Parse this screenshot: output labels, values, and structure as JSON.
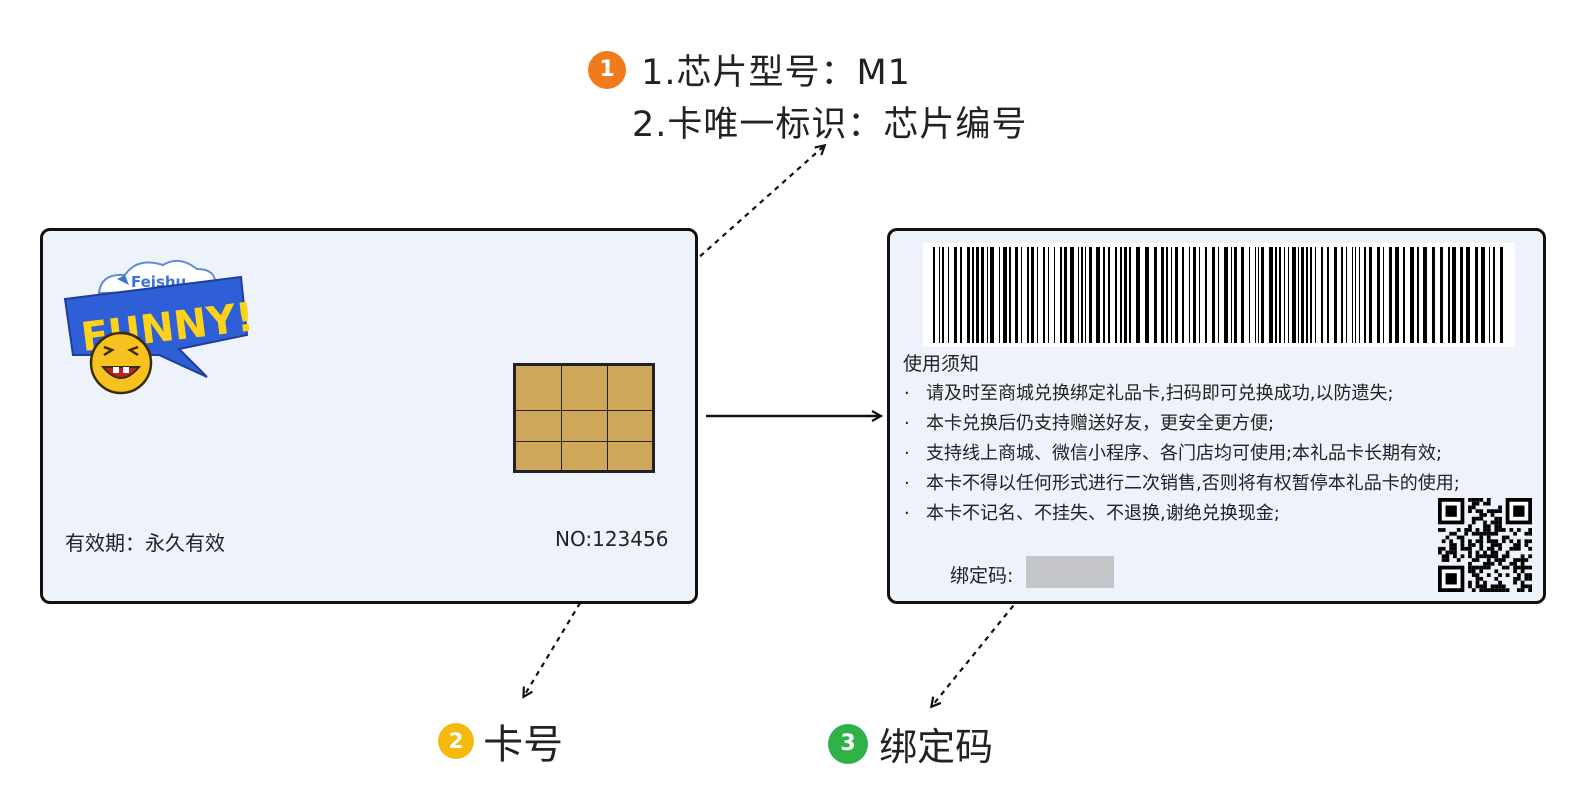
{
  "callouts": {
    "chip": {
      "badge": "1",
      "line1": "1.芯片型号：M1",
      "line2": "2.卡唯一标识：芯片编号",
      "color": "#f07b1c"
    },
    "card_no": {
      "badge": "2",
      "label": "卡号",
      "color": "#f5b90f"
    },
    "bind_code": {
      "badge": "3",
      "label": "绑定码",
      "color": "#2fb24a"
    }
  },
  "front": {
    "logo_brand": "Feishu",
    "logo_word": "FUNNY!",
    "validity": "有效期：永久有效",
    "number": "NO:123456",
    "background": "#eef2fb"
  },
  "back": {
    "notes_title": "使用须知",
    "notes": [
      "请及时至商城兑换绑定礼品卡,扫码即可兑换成功,以防遗失;",
      "本卡兑换后仍支持赠送好友，更安全更方便;",
      "支持线上商城、微信小程序、各门店均可使用;本礼品卡长期有效;",
      "本卡不得以任何形式进行二次销售,否则将有权暂停本礼品卡的使用;",
      "本卡不记名、不挂失、不退换,谢绝兑换现金;"
    ],
    "bullet": "·",
    "bind_label": "绑定码:"
  }
}
